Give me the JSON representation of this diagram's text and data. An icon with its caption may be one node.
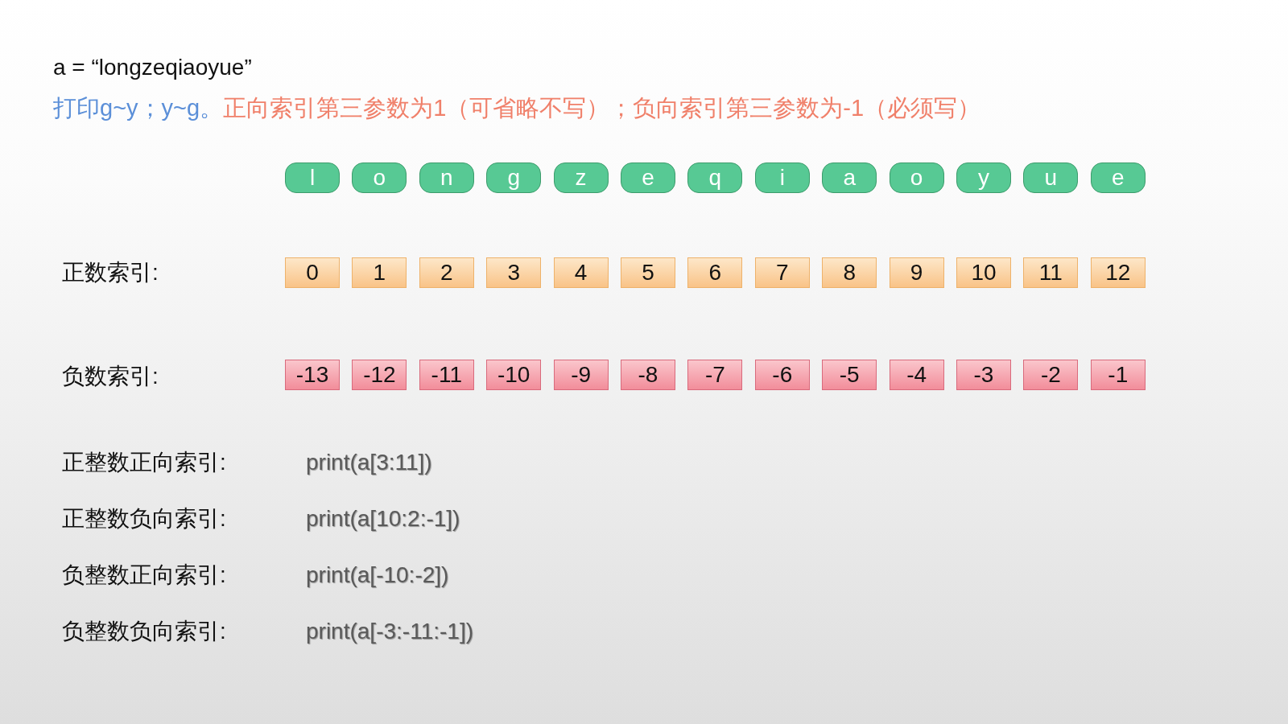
{
  "diagram": {
    "nodes": [
      {
        "text": [
          "l"
        ]
      },
      {
        "text": [
          "o"
        ]
      },
      {
        "text": [
          "n"
        ]
      },
      {
        "text": [
          "g"
        ]
      },
      {
        "text": [
          "z"
        ]
      },
      {
        "text": [
          "e"
        ]
      },
      {
        "text": [
          "q"
        ]
      },
      {
        "text": [
          "i"
        ]
      },
      {
        "text": [
          "a"
        ]
      },
      {
        "text": [
          "o"
        ]
      },
      {
        "text": [
          "y"
        ]
      },
      {
        "text": [
          "u"
        ]
      },
      {
        "text": [
          "e"
        ]
      },
      {
        "text": [
          "0"
        ]
      },
      {
        "text": [
          "1"
        ]
      },
      {
        "text": [
          "2"
        ]
      },
      {
        "text": [
          "3"
        ]
      },
      {
        "text": [
          "4"
        ]
      },
      {
        "text": [
          "5"
        ]
      },
      {
        "text": [
          "6"
        ]
      },
      {
        "text": [
          "7"
        ]
      },
      {
        "text": [
          "8"
        ]
      },
      {
        "text": [
          "9"
        ]
      },
      {
        "text": [
          "10"
        ]
      },
      {
        "text": [
          "11"
        ]
      },
      {
        "text": [
          "12"
        ]
      },
      {
        "text": [
          "-13"
        ]
      },
      {
        "text": [
          "-12"
        ]
      },
      {
        "text": [
          "-11"
        ]
      },
      {
        "text": [
          "-10"
        ]
      },
      {
        "text": [
          "-9"
        ]
      },
      {
        "text": [
          "-8"
        ]
      },
      {
        "text": [
          "-7"
        ]
      },
      {
        "text": [
          "-6"
        ]
      },
      {
        "text": [
          "-5"
        ]
      },
      {
        "text": [
          "-4"
        ]
      },
      {
        "text": [
          "-3"
        ]
      },
      {
        "text": [
          "-2"
        ]
      },
      {
        "text": [
          "-1"
        ]
      }
    ],
    "labels": [
      "a = “longzeqiaoyue”",
      "打印g~y；y~g。",
      "正向索引第三参数为1（可省略不写）；负向索引第三参数为-1（必须写）",
      "正数索引:",
      "负数索引:",
      "正整数正向索引:",
      "print(a[3:11])",
      "正整数负向索引:",
      "print(a[10:2:-1])",
      "负整数正向索引:",
      "print(a[-10:-2])",
      "负整数负向索引:",
      "print(a[-3:-11:-1])"
    ]
  }
}
